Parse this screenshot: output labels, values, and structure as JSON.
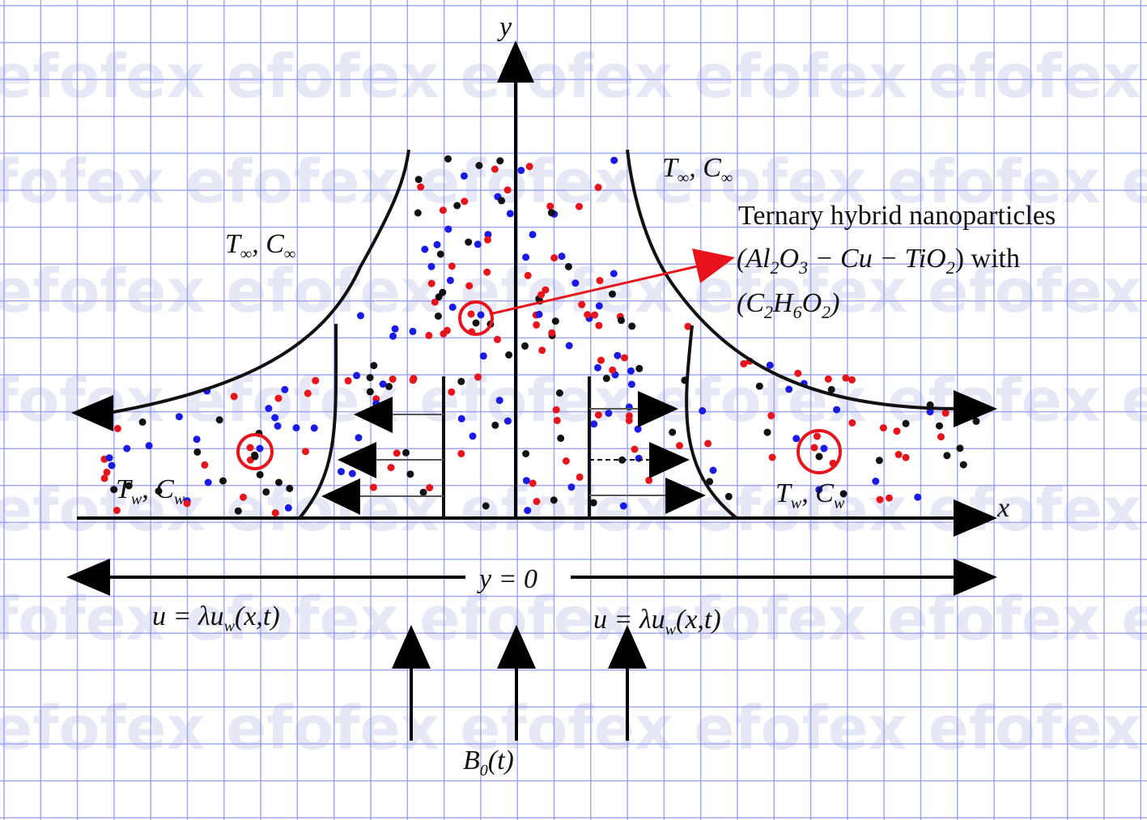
{
  "watermark": "efofex efofex efofex efofex efofex efofex",
  "axes": {
    "x_label": "x",
    "y_label": "y"
  },
  "labels": {
    "t_inf_left": {
      "T": "T",
      "sub": "∞",
      "sep": ", ",
      "C": "C",
      "csub": "∞"
    },
    "t_inf_right": {
      "T": "T",
      "sub": "∞",
      "sep": ", ",
      "C": "C",
      "csub": "∞"
    },
    "t_w_left": {
      "T": "T",
      "sub": "w",
      "sep": ", ",
      "C": "C",
      "csub": "w"
    },
    "t_w_right": {
      "T": "T",
      "sub": "w",
      "sep": ", ",
      "C": "C",
      "csub": "w"
    },
    "nano_line1": "Ternary  hybrid nanoparticles",
    "nano_line2": {
      "p1": "(Al",
      "s1": "2",
      "p2": "O",
      "s2": "3",
      "p3": " − Cu − TiO",
      "s3": "2",
      "p4": ")",
      "p5": " with"
    },
    "nano_line3": {
      "p1": "(C",
      "s1": "2",
      "p2": "H",
      "s2": "6",
      "p3": "O",
      "s3": "2",
      "p4": ")"
    },
    "wall": "y = 0",
    "vel_left": {
      "a": "u = λu",
      "sub": "w",
      "b": "(x,t)"
    },
    "vel_right": {
      "a": "u = λu",
      "sub": "w",
      "b": "(x,t)"
    },
    "field": {
      "a": "B",
      "sub": "0",
      "b": "(t)"
    }
  },
  "colors": {
    "particle_red": "#e8141b",
    "particle_blue": "#1a1ae6",
    "particle_black": "#111111",
    "highlight": "#e8141b",
    "grid": "#8f93f0"
  }
}
